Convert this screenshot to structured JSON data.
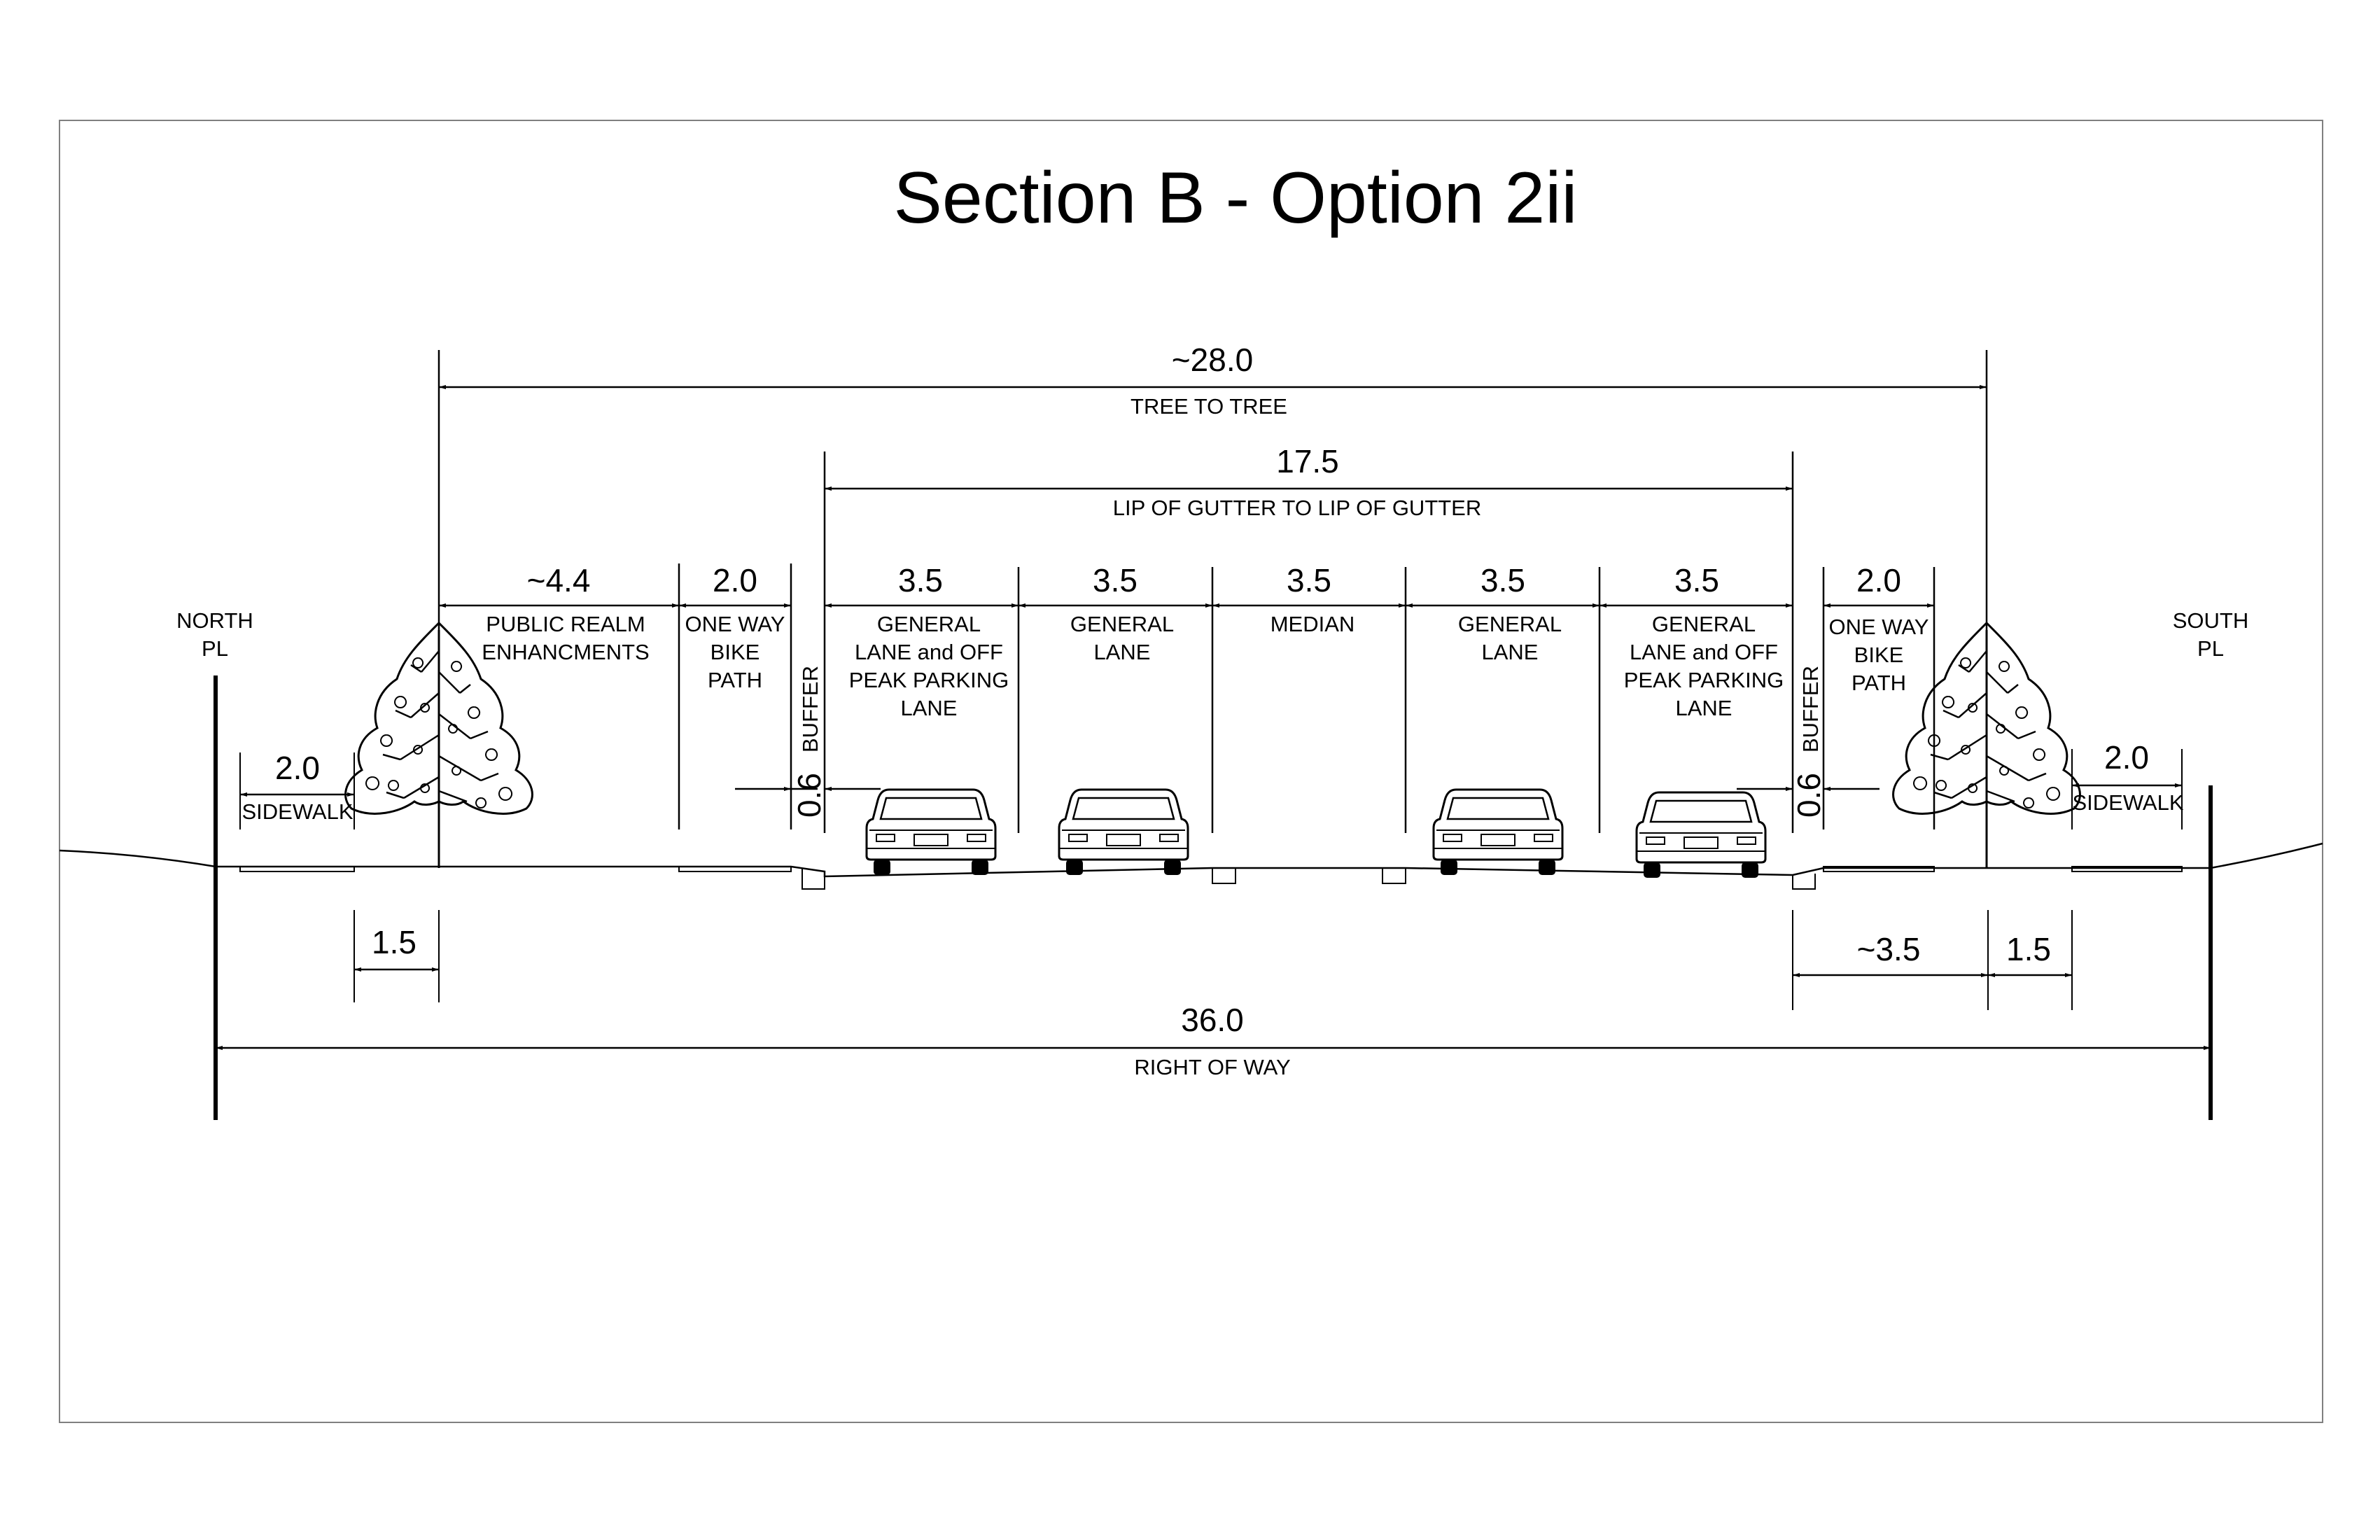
{
  "title": "Section B - Option 2ii",
  "overall": {
    "tree_to_tree": {
      "value": "~28.0",
      "label": "TREE TO TREE"
    },
    "gutter": {
      "value": "17.5",
      "label": "LIP OF GUTTER TO LIP OF GUTTER"
    },
    "row": {
      "value": "36.0",
      "label": "RIGHT OF WAY"
    }
  },
  "property_lines": {
    "north": [
      "NORTH",
      "PL"
    ],
    "south": [
      "SOUTH",
      "PL"
    ]
  },
  "north_side": {
    "sidewalk": {
      "value": "2.0",
      "label": "SIDEWALK"
    },
    "tree_offset": "1.5",
    "public_realm": {
      "value": "~4.4",
      "label": [
        "PUBLIC REALM",
        "ENHANCMENTS"
      ]
    },
    "bike_path": {
      "value": "2.0",
      "label": [
        "ONE WAY",
        "BIKE",
        "PATH"
      ]
    },
    "buffer": {
      "value": "0.6",
      "label": "BUFFER"
    }
  },
  "lanes": [
    {
      "value": "3.5",
      "label": [
        "GENERAL",
        "LANE and OFF",
        "PEAK PARKING",
        "LANE"
      ]
    },
    {
      "value": "3.5",
      "label": [
        "GENERAL",
        "LANE"
      ]
    },
    {
      "value": "3.5",
      "label": [
        "MEDIAN"
      ]
    },
    {
      "value": "3.5",
      "label": [
        "GENERAL",
        "LANE"
      ]
    },
    {
      "value": "3.5",
      "label": [
        "GENERAL",
        "LANE and OFF",
        "PEAK PARKING",
        "LANE"
      ]
    }
  ],
  "south_side": {
    "buffer": {
      "value": "0.6",
      "label": "BUFFER"
    },
    "bike_path": {
      "value": "2.0",
      "label": [
        "ONE WAY",
        "BIKE",
        "PATH"
      ]
    },
    "curb_to_tree": "~3.5",
    "tree_offset": "1.5",
    "sidewalk": {
      "value": "2.0",
      "label": "SIDEWALK"
    }
  },
  "icons": [
    "deciduous-tree-icon",
    "car-rear-icon"
  ],
  "colors": {
    "line": "#000000",
    "background": "#ffffff",
    "frame": "#808080"
  }
}
